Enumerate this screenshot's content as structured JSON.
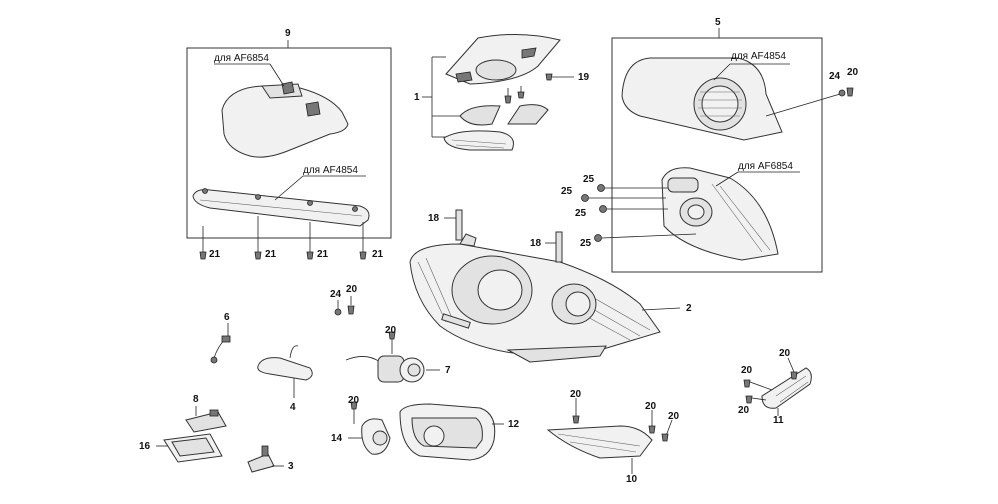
{
  "callouts": {
    "c1": "1",
    "c2": "2",
    "c3": "3",
    "c4": "4",
    "c5": "5",
    "c6": "6",
    "c7": "7",
    "c8": "8",
    "c9": "9",
    "c10": "10",
    "c11": "11",
    "c12": "12",
    "c14": "14",
    "c16": "16",
    "c18": "18",
    "c19": "19",
    "c20": "20",
    "c21": "21",
    "c24": "24",
    "c25": "25"
  },
  "notes": {
    "box9_top": "для AF6854",
    "box9_bottom": "для AF4854",
    "box5_top": "для AF4854",
    "box5_bottom": "для AF6854"
  }
}
